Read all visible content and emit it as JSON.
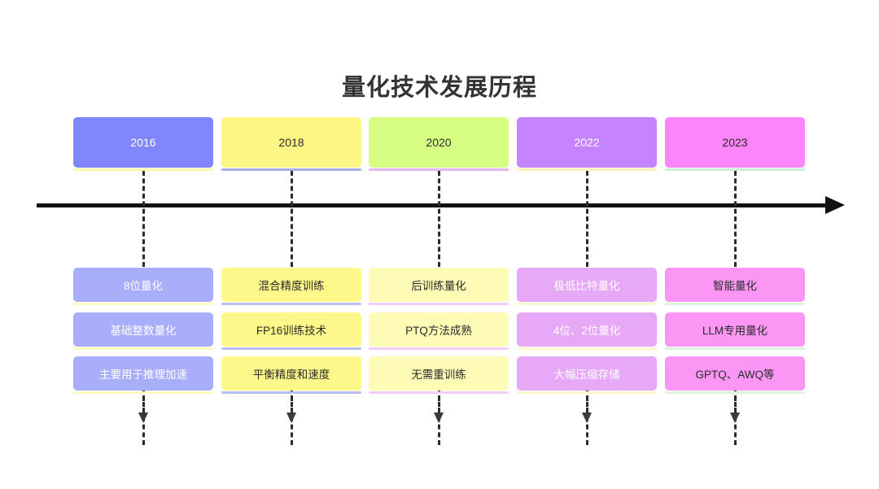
{
  "title": "量化技术发展历程",
  "timeline": {
    "axis_color": "#111111",
    "direction": "left-to-right"
  },
  "columns": [
    {
      "year": "2016",
      "header_bg": "#8186FD",
      "header_text_color": "#ffffff",
      "header_underline": "#FCF9A8",
      "box_bg": "#A9AEFB",
      "box_text_color": "#ffffff",
      "box_underline": "#FDFBC0",
      "items": [
        "8位量化",
        "基础整数量化",
        "主要用于推理加速"
      ]
    },
    {
      "year": "2018",
      "header_bg": "#FCF684",
      "header_text_color": "#2b2b2b",
      "header_underline": "#A9AEE8",
      "box_bg": "#FCF98A",
      "box_text_color": "#2b2b2b",
      "box_underline": "#B9BEF0",
      "items": [
        "混合精度训练",
        "FP16训练技术",
        "平衡精度和速度"
      ]
    },
    {
      "year": "2020",
      "header_bg": "#D5FE83",
      "header_text_color": "#2b2b2b",
      "header_underline": "#E3B6F2",
      "box_bg": "#FDFBB5",
      "box_text_color": "#2b2b2b",
      "box_underline": "#F3CCF7",
      "items": [
        "后训练量化",
        "PTQ方法成熟",
        "无需重训练"
      ]
    },
    {
      "year": "2022",
      "header_bg": "#C583FE",
      "header_text_color": "#ffffff",
      "header_underline": "#FBF3B6",
      "box_bg": "#E8A8F8",
      "box_text_color": "#ffffff",
      "box_underline": "#FCF7CE",
      "items": [
        "极低比特量化",
        "4位、2位量化",
        "大幅压缩存储"
      ]
    },
    {
      "year": "2023",
      "header_bg": "#FC85FC",
      "header_text_color": "#2b2b2b",
      "header_underline": "#CFF0CF",
      "box_bg": "#FB96F4",
      "box_text_color": "#2b2b2b",
      "box_underline": "#DCF3DC",
      "items": [
        "智能量化",
        "LLM专用量化",
        "GPTQ、AWQ等"
      ]
    }
  ]
}
